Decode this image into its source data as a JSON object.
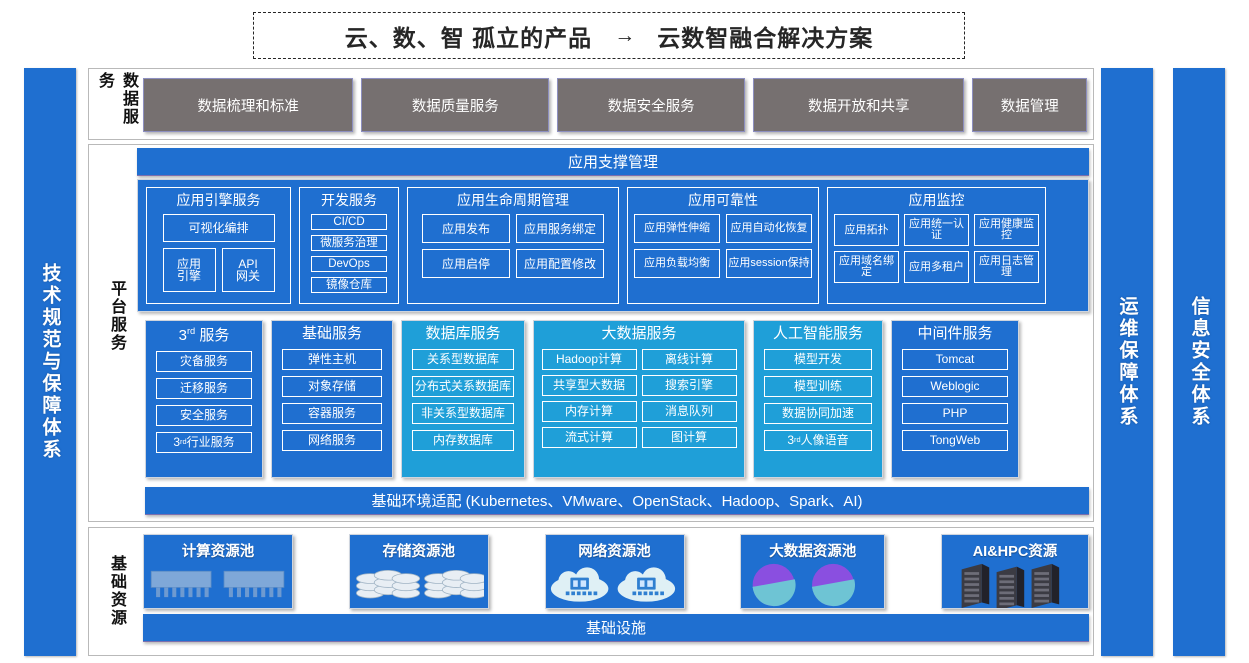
{
  "title": {
    "left": "云、数、智 孤立的产品",
    "arrow": "→",
    "right": "云数智融合解决方案"
  },
  "pillars": {
    "left": "技术规范与保障体系",
    "ops": "运维保障体系",
    "security": "信息安全体系"
  },
  "row_labels": {
    "data_service": "数据服务",
    "platform_service": "平台服务",
    "base_resource": "基础资源"
  },
  "data_services": {
    "items": [
      "数据梳理和标准",
      "数据质量服务",
      "数据安全服务",
      "数据开放和共享",
      "数据管理"
    ]
  },
  "app_support": {
    "header": "应用支撑管理",
    "groups": [
      {
        "title": "应用引擎服务",
        "wide": [
          "可视化编排"
        ],
        "pair": [
          "应用引擎",
          "API网关"
        ]
      },
      {
        "title": "开发服务",
        "items": [
          "CI/CD",
          "微服务治理",
          "DevOps",
          "镜像仓库"
        ]
      },
      {
        "title": "应用生命周期管理",
        "items": [
          "应用发布",
          "应用服务绑定",
          "应用启停",
          "应用配置修改"
        ]
      },
      {
        "title": "应用可靠性",
        "items": [
          "应用弹性伸缩",
          "应用自动化恢复",
          "应用负载均衡",
          "应用session保持"
        ]
      },
      {
        "title": "应用监控",
        "items": [
          "应用拓扑",
          "应用统一认证",
          "应用健康监控",
          "应用域名绑定",
          "应用多租户",
          "应用日志管理"
        ]
      }
    ]
  },
  "platform_services": {
    "columns": [
      {
        "title": "3rd 服务",
        "title_sup": true,
        "style": "blue",
        "items": [
          "灾备服务",
          "迁移服务",
          "安全服务",
          "3rd行业服务"
        ]
      },
      {
        "title": "基础服务",
        "style": "blue",
        "items": [
          "弹性主机",
          "对象存储",
          "容器服务",
          "网络服务"
        ]
      },
      {
        "title": "数据库服务",
        "style": "cyan",
        "items": [
          "关系型数据库",
          "分布式关系数据库",
          "非关系型数据库",
          "内存数据库"
        ]
      },
      {
        "title": "大数据服务",
        "style": "cyan",
        "two_col": true,
        "items": [
          "Hadoop计算",
          "离线计算",
          "共享型大数据",
          "搜索引擎",
          "内存计算",
          "消息队列",
          "流式计算",
          "图计算"
        ]
      },
      {
        "title": "人工智能服务",
        "style": "cyan",
        "items": [
          "模型开发",
          "模型训练",
          "数据协同加速",
          "3rd 人像语音"
        ]
      },
      {
        "title": "中间件服务",
        "style": "blue",
        "items": [
          "Tomcat",
          "Weblogic",
          "PHP",
          "TongWeb"
        ]
      }
    ],
    "footer": "基础环境适配 (Kubernetes、VMware、OpenStack、Hadoop、Spark、AI)"
  },
  "base_resource": {
    "pools": [
      {
        "title": "计算资源池",
        "icon": "cpu-chip-icon"
      },
      {
        "title": "存储资源池",
        "icon": "disk-stack-icon"
      },
      {
        "title": "网络资源池",
        "icon": "network-cloud-icon"
      },
      {
        "title": "大数据资源池",
        "icon": "pie-chart-icon"
      },
      {
        "title": "AI&HPC资源",
        "icon": "server-rack-icon"
      }
    ],
    "footer": "基础设施"
  },
  "colors": {
    "blue": "#1f6fd0",
    "cyan": "#1f9fd8",
    "grey": "#767070",
    "purple": "#8a4fe0",
    "teal": "#6ec4d4"
  }
}
